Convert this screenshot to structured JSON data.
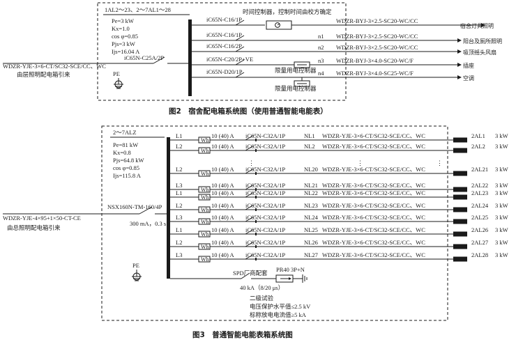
{
  "fig2": {
    "caption": "图2　宿舍配电箱系统图（使用普通智能电能表）",
    "box_title": "1AL2～23、2～7AL1～28",
    "params": [
      "Pe=3 kW",
      "Kx=1.0",
      "cos φ=0.85",
      "Pjs=3 kW",
      "Ijs=16.04 A"
    ],
    "main_breaker": "iC65N-C25A/2P",
    "incoming_cable": "WDZR-YJE-3×6-CT/SC32-SCE/CC、WC",
    "incoming_note": "由层照明配电箱引来",
    "pe_label": "PE",
    "branches": [
      {
        "breaker": "iC65N-C16/1P",
        "device": "时间控制器，控制时间由校方确定",
        "circuit": "",
        "cable": "WDZR-BYJ-3×2.5-SC20-WC/CC",
        "load": "宿舍灯具照明"
      },
      {
        "breaker": "iC65N-C16/1P",
        "device": "",
        "circuit": "n1",
        "cable": "WDZR-BYJ-3×2.5-SC20-WC/CC",
        "load": "阳台及厕所照明"
      },
      {
        "breaker": "iC65N-C16/2P",
        "device": "",
        "circuit": "n2",
        "cable": "WDZR-BYJ-3×2.5-SC20-WC/CC",
        "load": "吸顶摇头风扇"
      },
      {
        "breaker": "iC65N-C20/2P+VE",
        "device": "限量用电控制器",
        "circuit": "n3",
        "cable": "WDZR-BYJ-3×4.0-SC20-WC/F",
        "load": "插座"
      },
      {
        "breaker": "iC65N-D20/1P",
        "device": "限量用电控制器",
        "circuit": "n4",
        "cable": "WDZR-BYJ-3×4.0-SC25-WC/F",
        "load": "空调"
      }
    ]
  },
  "fig3": {
    "caption": "图3　普通智能电能表箱系统图",
    "box_title": "2～7ALZ",
    "params": [
      "Pe=81 kW",
      "Kx=0.8",
      "Pjs=64.8 kW",
      "cos φ=0.85",
      "Ijs=115.8 A"
    ],
    "main_breaker": "NSX160N-TM-160/4P",
    "rcd": "300 mA，0.3 s",
    "incoming_cable": "WDZR-YJE-4×95+1×50-CT-CE",
    "incoming_note": "由总照明配电箱引来",
    "pe_label": "PE",
    "meter_label": "Wh",
    "ellipsis": "⋮",
    "feeders": [
      {
        "phase": "L1",
        "meter": "10 (40) A",
        "breaker": "iC65N-C32A/1P",
        "circuit": "NL1",
        "cable": "WDZR-YJE-3×6-CT/SC32-SCE/CC、WC",
        "box": "2AL1",
        "power": "3 kW"
      },
      {
        "phase": "L2",
        "meter": "10 (40) A",
        "breaker": "iC65N-C32A/1P",
        "circuit": "NL2",
        "cable": "WDZR-YJE-3×6-CT/SC32-SCE/CC、WC",
        "box": "2AL2",
        "power": "3 kW"
      },
      {
        "phase": "L2",
        "meter": "10 (40) A",
        "breaker": "iC65N-C32A/1P",
        "circuit": "NL20",
        "cable": "WDZR-YJE-3×6-CT/SC32-SCE/CC、WC",
        "box": "2AL21",
        "power": "3 kW"
      },
      {
        "phase": "L3",
        "meter": "10 (40) A",
        "breaker": "iC65N-C32A/1P",
        "circuit": "NL21",
        "cable": "WDZR-YJE-3×6-CT/SC32-SCE/CC、WC",
        "box": "2AL22",
        "power": "3 kW"
      },
      {
        "phase": "L1",
        "meter": "10 (40) A",
        "breaker": "iC65N-C32A/1P",
        "circuit": "NL22",
        "cable": "WDZR-YJE-3×6-CT/SC32-SCE/CC、WC",
        "box": "2AL23",
        "power": "3 kW"
      },
      {
        "phase": "L2",
        "meter": "10 (40) A",
        "breaker": "iC65N-C32A/1P",
        "circuit": "NL23",
        "cable": "WDZR-YJE-3×6-CT/SC32-SCE/CC、WC",
        "box": "2AL24",
        "power": "3 kW"
      },
      {
        "phase": "L3",
        "meter": "10 (40) A",
        "breaker": "iC65N-C32A/1P",
        "circuit": "NL24",
        "cable": "WDZR-YJE-3×6-CT/SC32-SCE/CC、WC",
        "box": "2AL25",
        "power": "3 kW"
      },
      {
        "phase": "L1",
        "meter": "10 (40) A",
        "breaker": "iC65N-C32A/1P",
        "circuit": "NL25",
        "cable": "WDZR-YJE-3×6-CT/SC32-SCE/CC、WC",
        "box": "2AL26",
        "power": "3 kW"
      },
      {
        "phase": "L2",
        "meter": "10 (40) A",
        "breaker": "iC65N-C32A/1P",
        "circuit": "NL26",
        "cable": "WDZR-YJE-3×6-CT/SC32-SCE/CC、WC",
        "box": "2AL27",
        "power": "3 kW"
      },
      {
        "phase": "L3",
        "meter": "10 (40) A",
        "breaker": "iC65N-C32A/1P",
        "circuit": "NL27",
        "cable": "WDZR-YJE-3×6-CT/SC32-SCE/CC、WC",
        "box": "2AL28",
        "power": "3 kW"
      }
    ],
    "spd": {
      "label": "SPD厂商配套",
      "breaker": "PR40 3P+N",
      "current": "40 kA（8/20 μs）",
      "notes": [
        "二级试验",
        "电压保护水平值≤2.5 kV",
        "标称放电电流值≥5 kA"
      ]
    }
  }
}
